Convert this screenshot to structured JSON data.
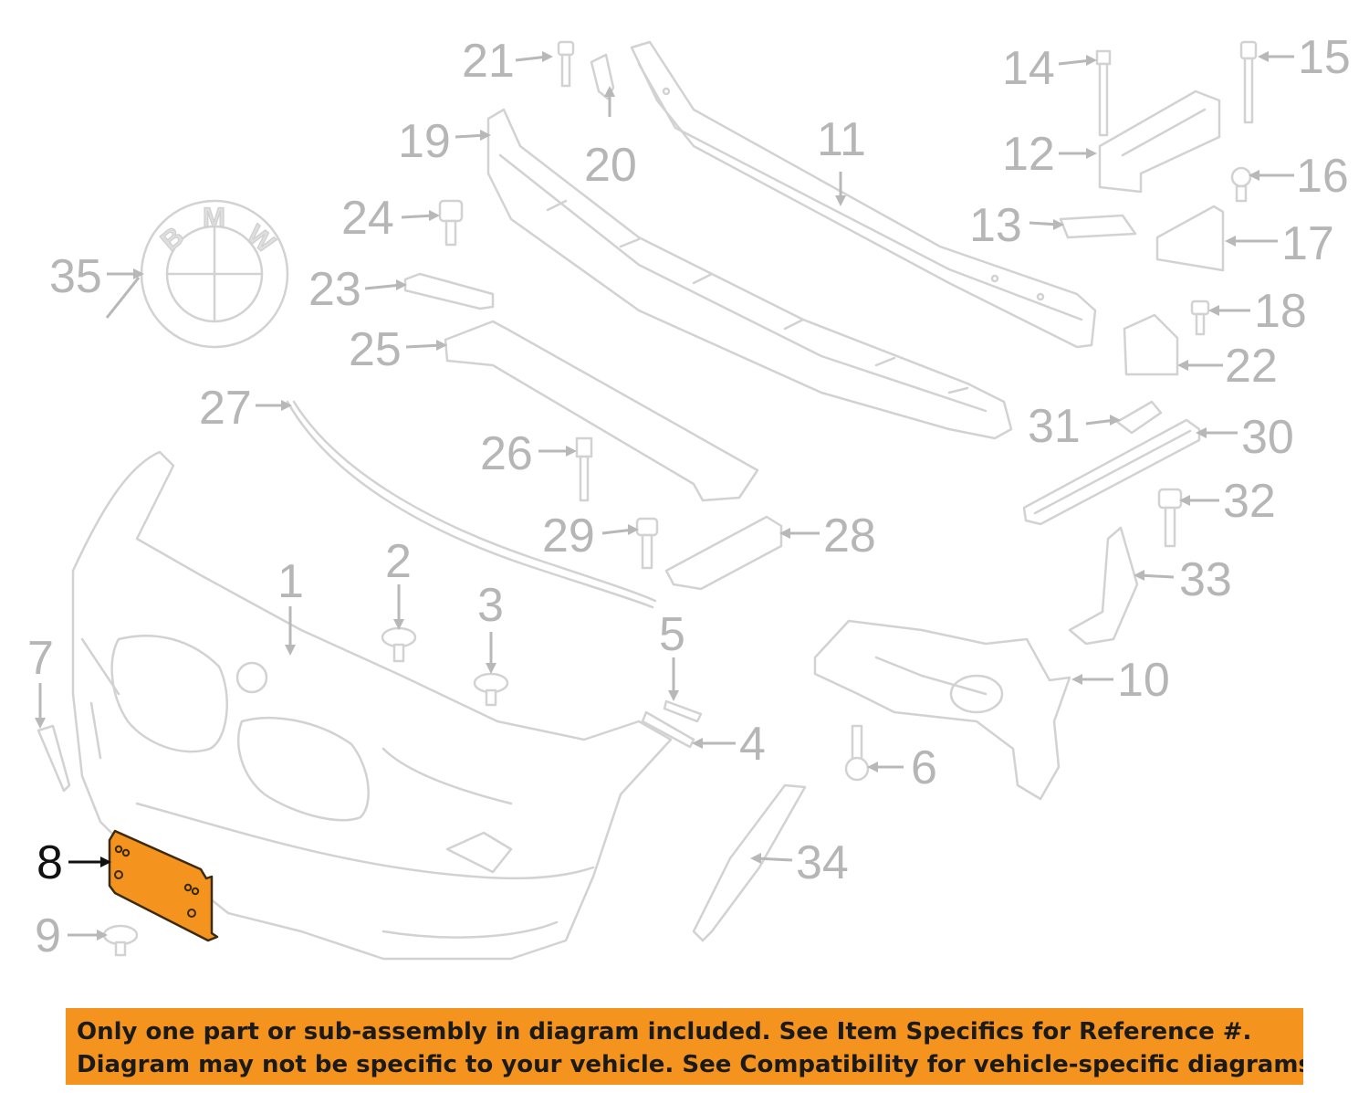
{
  "callouts": {
    "c1": "1",
    "c2": "2",
    "c3": "3",
    "c4": "4",
    "c5": "5",
    "c6": "6",
    "c7": "7",
    "c8": "8",
    "c9": "9",
    "c10": "10",
    "c11": "11",
    "c12": "12",
    "c13": "13",
    "c14": "14",
    "c15": "15",
    "c16": "16",
    "c17": "17",
    "c18": "18",
    "c19": "19",
    "c20": "20",
    "c21": "21",
    "c22": "22",
    "c23": "23",
    "c24": "24",
    "c25": "25",
    "c26": "26",
    "c27": "27",
    "c28": "28",
    "c29": "29",
    "c30": "30",
    "c31": "31",
    "c32": "32",
    "c33": "33",
    "c34": "34",
    "c35": "35"
  },
  "highlighted_part": "8",
  "logo": {
    "letters": [
      "B",
      "M",
      "W"
    ]
  },
  "notice": {
    "line1": "Only one part or sub-assembly in diagram included. See Item Specifics for Reference #.",
    "line2": "Diagram may not be specific to your vehicle. See Compatibility for vehicle-specific diagrams."
  },
  "colors": {
    "highlight": "#f4931e",
    "parts": "#d2d2d2",
    "callouts": "#b6b6b6",
    "notice_bg": "#f4931e"
  }
}
